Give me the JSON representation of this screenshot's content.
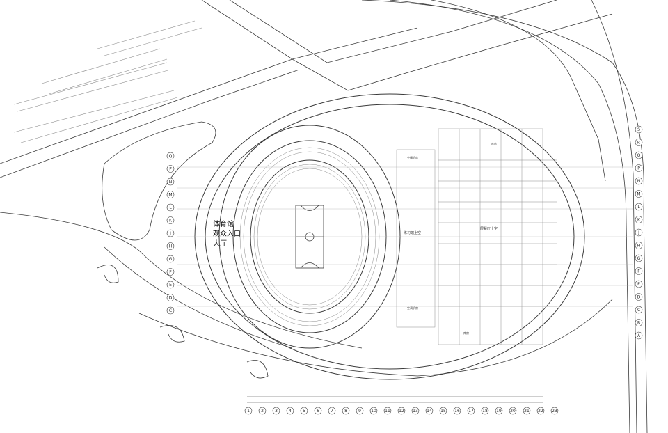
{
  "hall_label": [
    "体育馆",
    "观众入口",
    "大厅"
  ],
  "room_labels": {
    "left_room": "练习馆上空",
    "right_room": "一层餐厅上空",
    "top_room": "空调机房",
    "bottom_room": "空调机房",
    "right_top_corner": "库房",
    "right_bottom_corner": "库房"
  },
  "axis_numbers": [
    "1",
    "2",
    "3",
    "4",
    "5",
    "6",
    "7",
    "8",
    "9",
    "10",
    "11",
    "12",
    "13",
    "14",
    "15",
    "16",
    "17",
    "18",
    "19",
    "20",
    "21",
    "22",
    "23"
  ],
  "axis_letters_left": [
    "Q",
    "P",
    "N",
    "M",
    "L",
    "K",
    "J",
    "H",
    "G",
    "F",
    "E",
    "D",
    "C"
  ],
  "axis_letters_right": [
    "S",
    "R",
    "Q",
    "P",
    "N",
    "M",
    "L",
    "K",
    "J",
    "H",
    "G",
    "F",
    "E",
    "D",
    "C",
    "B",
    "A"
  ],
  "colors": {
    "line": "#3a3a3a",
    "light": "#8a8a8a",
    "background": "#ffffff"
  }
}
